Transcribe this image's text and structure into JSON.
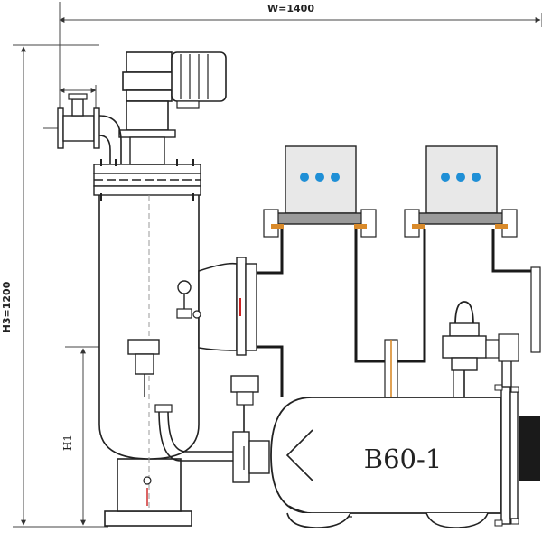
{
  "dimensions": {
    "width_label": "W=1400",
    "height_label": "H3=1200",
    "h1_label": "H1"
  },
  "main_tank": {
    "label": "B60-1"
  },
  "colors": {
    "line": "#1a1a1a",
    "light_gray": "#e8e8e8",
    "mid_gray": "#cfcfcf",
    "indicator_blue": "#1f8fd6",
    "accent_orange": "#d98a2a",
    "accent_red": "#cc2222"
  }
}
